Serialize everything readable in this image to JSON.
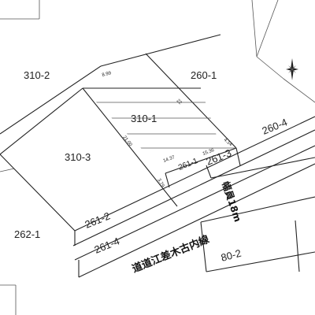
{
  "parcels": {
    "p310_2": "310-2",
    "p260_1": "260-1",
    "p310_1": "310-1",
    "p310_3": "310-3",
    "p260_4": "260-4",
    "p261_1": "261-1",
    "p261_3": "261-3",
    "p261_2": "261-2",
    "p261_4": "261-4",
    "p262_1": "262-1",
    "p80_2": "80-2"
  },
  "dimensions": {
    "d8_99": "8.99",
    "d22": "22",
    "d4_14": "4.14",
    "d21_00": "21.00",
    "d14_37": "14.37",
    "d15_36": "15.36",
    "d3_79": "3.79"
  },
  "road": {
    "name": "道道江差木古内線",
    "width": "幅員18m"
  },
  "north_arrow_icon": "compass-rose-icon"
}
